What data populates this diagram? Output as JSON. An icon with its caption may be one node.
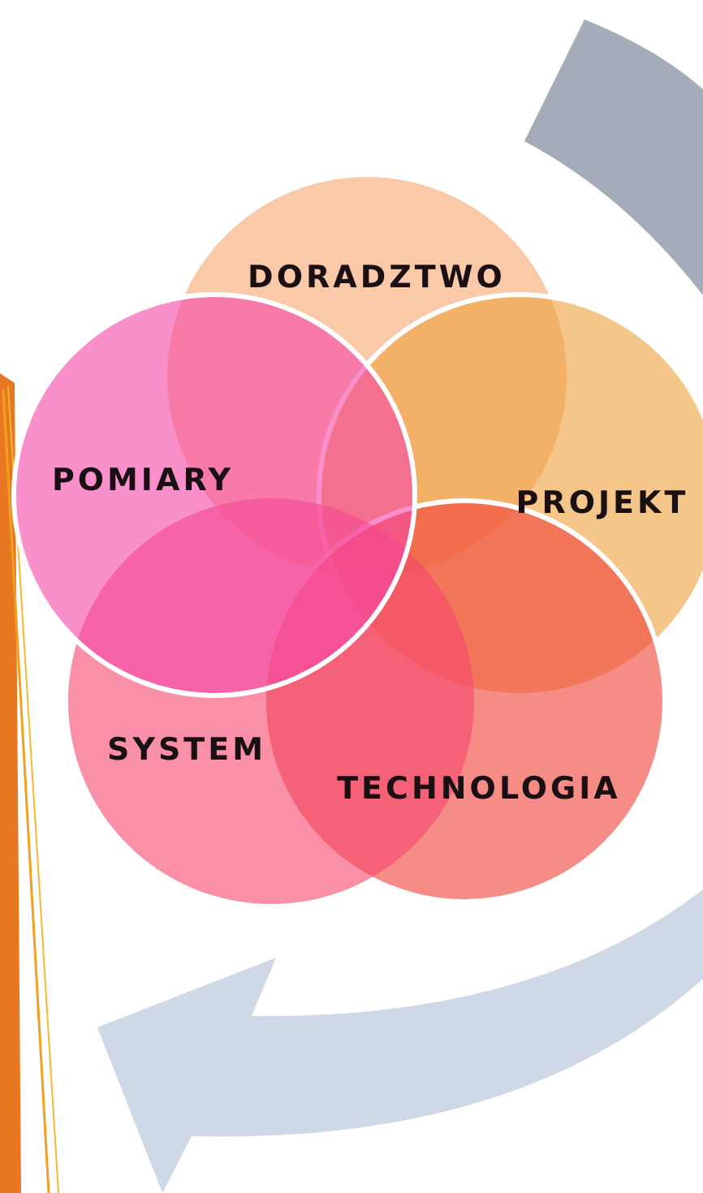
{
  "diagram": {
    "nodes": [
      {
        "text": [
          "DORADZTWO"
        ]
      },
      {
        "text": [
          "POMIARY"
        ]
      },
      {
        "text": [
          "PROJEKT"
        ]
      },
      {
        "text": [
          "SYSTEM"
        ]
      },
      {
        "text": [
          "TECHNOLOGIA"
        ]
      }
    ]
  }
}
